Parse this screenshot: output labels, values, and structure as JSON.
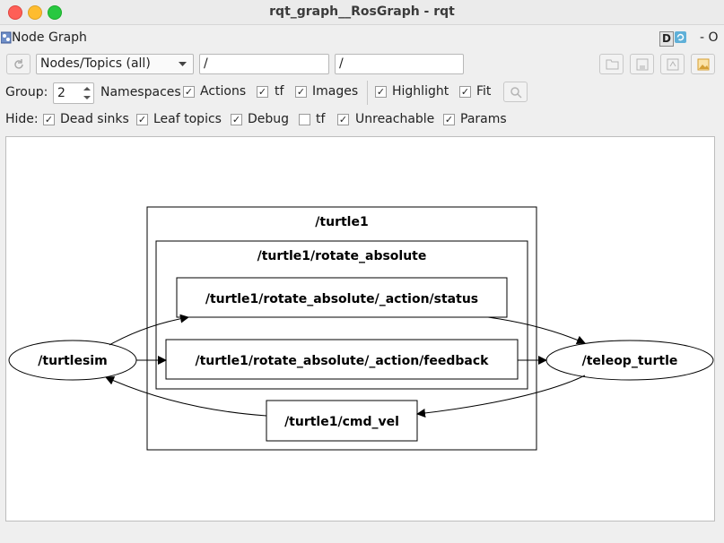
{
  "window": {
    "title": "rqt_graph__RosGraph - rqt"
  },
  "plugin": {
    "title": "Node Graph",
    "d_badge": "D",
    "right_text": "- O"
  },
  "toolbar": {
    "mode": "Nodes/Topics (all)",
    "node_filter": "/",
    "topic_filter": "/"
  },
  "group_row": {
    "group_label": "Group:",
    "group_value": "2",
    "namespaces": "Namespaces",
    "actions": "Actions",
    "tf": "tf",
    "images": "Images",
    "highlight": "Highlight",
    "fit": "Fit"
  },
  "hide_row": {
    "label": "Hide:",
    "dead_sinks": "Dead sinks",
    "leaf_topics": "Leaf topics",
    "debug": "Debug",
    "tf": "tf",
    "unreachable": "Unreachable",
    "params": "Params"
  },
  "checks": {
    "namespaces": true,
    "actions": true,
    "tf": true,
    "images": true,
    "highlight": true,
    "fit": true,
    "dead_sinks": true,
    "leaf_topics": true,
    "debug": true,
    "hide_tf": false,
    "unreachable": true,
    "params": true
  },
  "graph": {
    "cluster_outer": "/turtle1",
    "cluster_inner": "/turtle1/rotate_absolute",
    "topic_status": "/turtle1/rotate_absolute/_action/status",
    "topic_feedback": "/turtle1/rotate_absolute/_action/feedback",
    "topic_cmd_vel": "/turtle1/cmd_vel",
    "node_turtlesim": "/turtlesim",
    "node_teleop": "/teleop_turtle"
  }
}
